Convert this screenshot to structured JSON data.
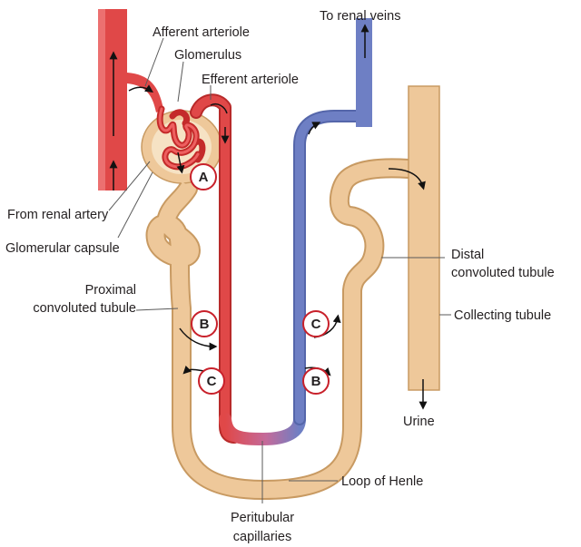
{
  "labels": {
    "afferent_arteriole": "Afferent arteriole",
    "glomerulus": "Glomerulus",
    "efferent_arteriole": "Efferent arteriole",
    "to_renal_veins": "To renal veins",
    "from_renal_artery": "From renal artery",
    "glomerular_capsule": "Glomerular capsule",
    "proximal_line1": "Proximal",
    "proximal_line2": "convoluted tubule",
    "distal_line1": "Distal",
    "distal_line2": "convoluted tubule",
    "collecting_tubule": "Collecting tubule",
    "urine": "Urine",
    "loop_of_henle": "Loop of Henle",
    "peritubular_line1": "Peritubular",
    "peritubular_line2": "capillaries"
  },
  "markers": {
    "a": "A",
    "b_left": "B",
    "c_right": "C",
    "c_left": "C",
    "b_right": "B"
  },
  "colors": {
    "artery": "#e04848",
    "artery_dark": "#b82a2a",
    "vein": "#6e7fc4",
    "tubule": "#eec89a",
    "tubule_edge": "#c89a62",
    "marker_ring": "#c8202a"
  }
}
